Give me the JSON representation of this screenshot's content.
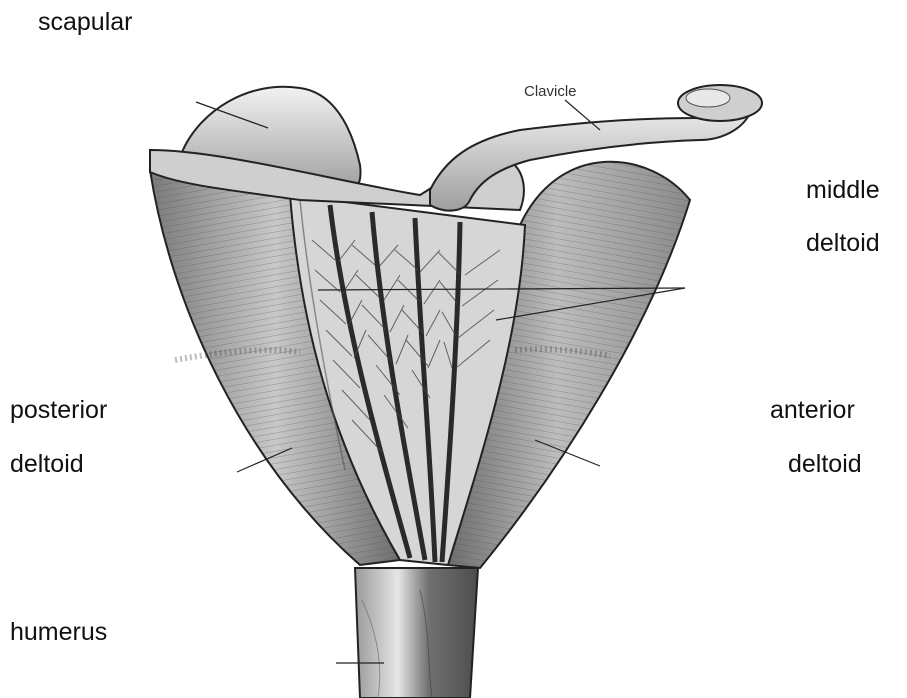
{
  "labels": {
    "scapular": "scapular",
    "clavicle": "Clavicle",
    "middle_line1": "middle",
    "middle_line2": "deltoid",
    "posterior_line1": "posterior",
    "posterior_line2": "deltoid",
    "anterior_line1": "anterior",
    "anterior_line2": "deltoid",
    "humerus": "humerus"
  },
  "colors": {
    "ink": "#1a1a1a",
    "muscle_shade": "#8a8a8a",
    "muscle_light": "#d9d9d9",
    "bone": "#bdbdbd",
    "background": "#ffffff"
  }
}
